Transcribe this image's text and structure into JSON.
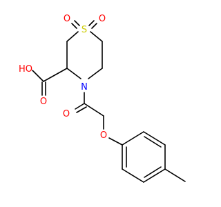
{
  "molecule": {
    "colors": {
      "bond": "#000000",
      "oxygen": "#ff0000",
      "sulfur": "#cccc00",
      "nitrogen": "#0000ff"
    },
    "atoms": {
      "sulfonyl_o_left": "O",
      "sulfonyl_o_right": "O",
      "sulfur": "S",
      "nitrogen": "N",
      "acid_oh": "HO",
      "acid_o": "O",
      "amide_o": "O",
      "ether_o": "O"
    }
  }
}
